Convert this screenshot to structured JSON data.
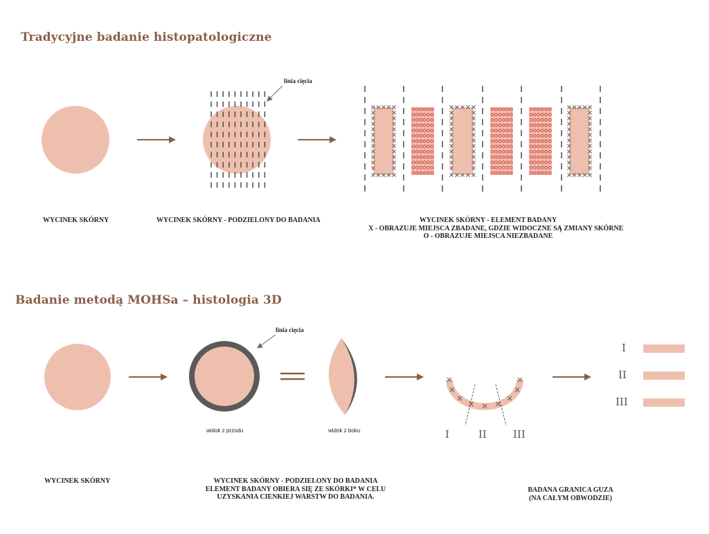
{
  "top": {
    "title": "Tradycyjne badanie histopatologiczne",
    "cut_line_label": "linia cięcia",
    "captions": {
      "sample": "WYCINEK SKÓRNY",
      "divided": "WYCINEK SKÓRNY - PODZIELONY DO BADANIA",
      "examined_lines": [
        "WYCINEK SKÓRNY - ELEMENT BADANY",
        "X - OBRAZUJE MIEJSCA ZBADANE, GDZIE WIDOCZNE SĄ ZMIANY SKÓRNE",
        "O -  OBRAZUJE MIEJSCA NIEZBADANE"
      ]
    }
  },
  "bottom": {
    "title": "Badanie metodą MOHSa – histologia 3D",
    "cut_line_label": "linia cięcia",
    "front_view_label": "widok z przodu",
    "side_view_label": "widok z boku",
    "arc_labels": [
      "I",
      "II",
      "III"
    ],
    "strip_labels": [
      "I",
      "II",
      "III"
    ],
    "captions": {
      "sample": "WYCINEK SKÓRNY",
      "divided_lines": [
        "WYCINEK SKÓRNY - PODZIELONY DO BADANIA",
        "ELEMENT BADANY OBIERA SIĘ ZE SKÓRKI* W CELU",
        "UZYSKANIA CIENKIEJ WARSTW DO BADANIA."
      ],
      "margin_lines": [
        "BADANA GRANICA GUZA",
        "(NA CAŁYM OBWODZIE)"
      ]
    }
  },
  "colors": {
    "title": "#8a5e48",
    "tissue": "#efbfae",
    "arrow": "#8a5e48",
    "rim": "#5a5a5a",
    "unexamined_marker": "#d84040",
    "examined_marker": "#666666"
  }
}
